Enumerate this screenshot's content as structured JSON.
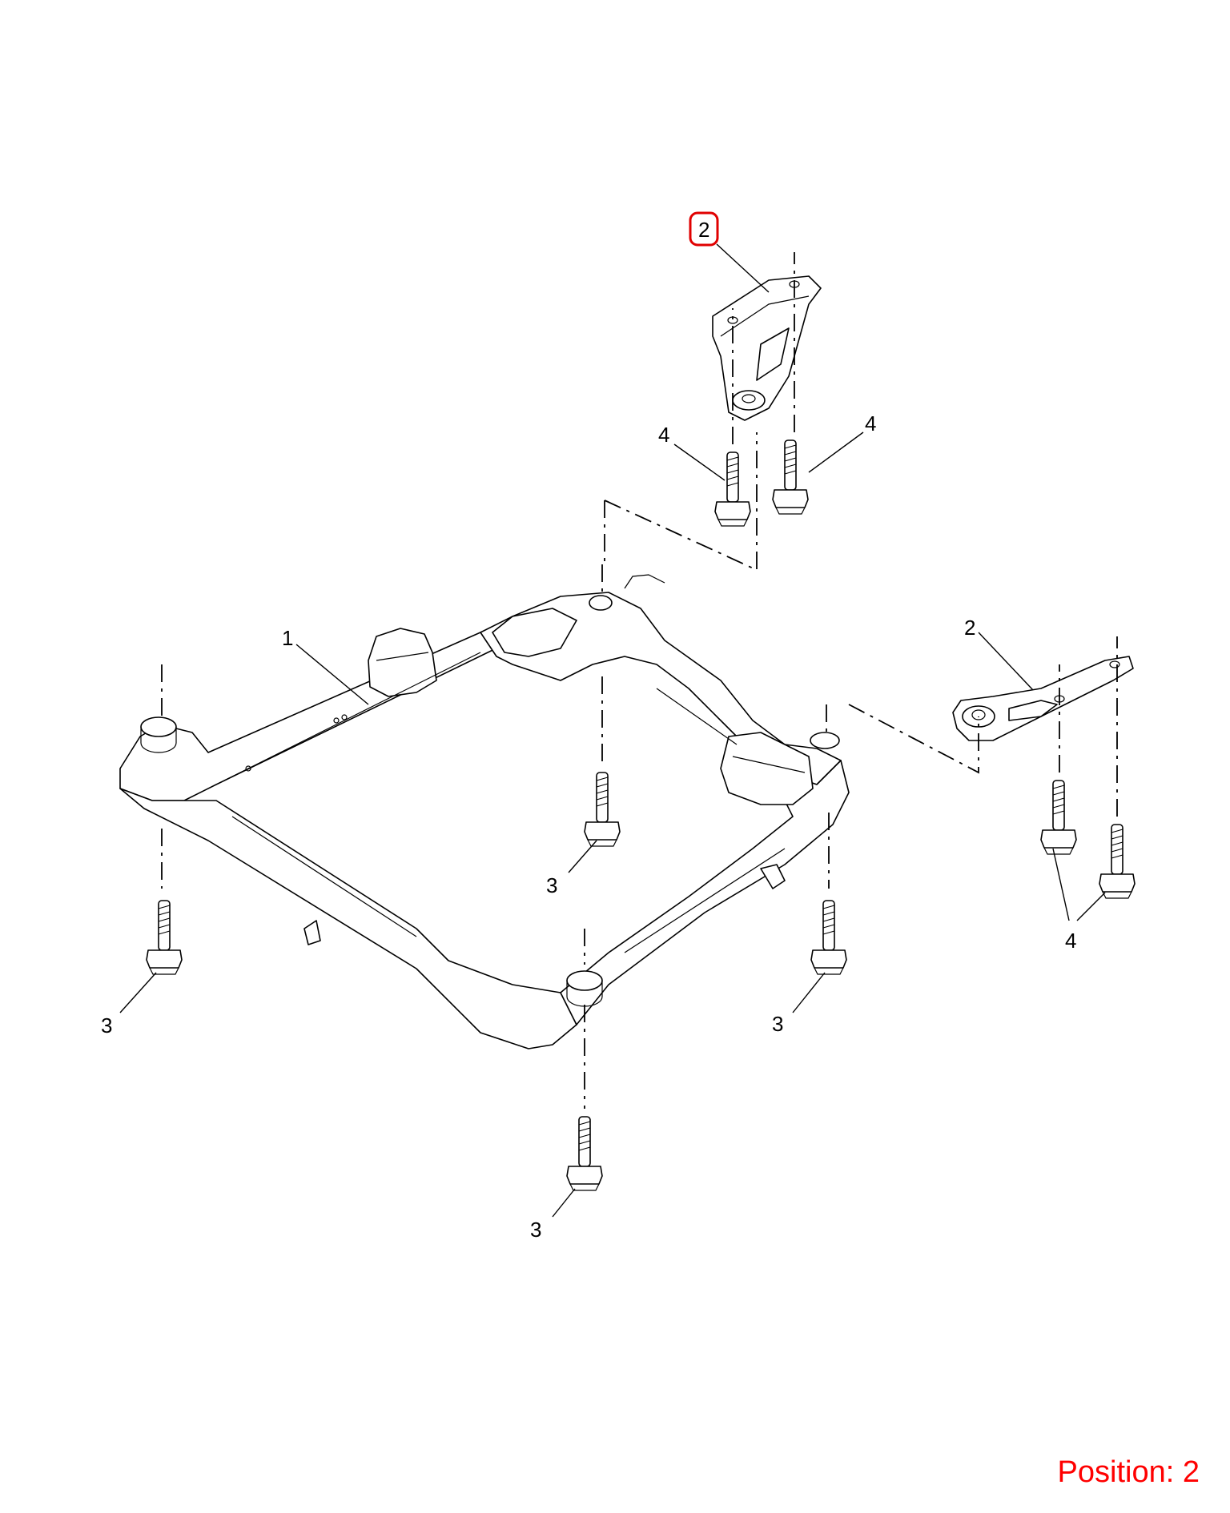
{
  "diagram": {
    "callouts": {
      "subframe": "1",
      "bracket_upper": "2",
      "bracket_right": "2",
      "bolt_front_left": "3",
      "bolt_center": "3",
      "bolt_front_center": "3",
      "bolt_right": "3",
      "bolt_bracket_upper_left": "4",
      "bolt_bracket_upper_right": "4",
      "bolt_bracket_right": "4"
    },
    "highlight_color": "#e00000"
  },
  "position": {
    "label": "Position:",
    "value": "2",
    "color": "#ff0000"
  }
}
